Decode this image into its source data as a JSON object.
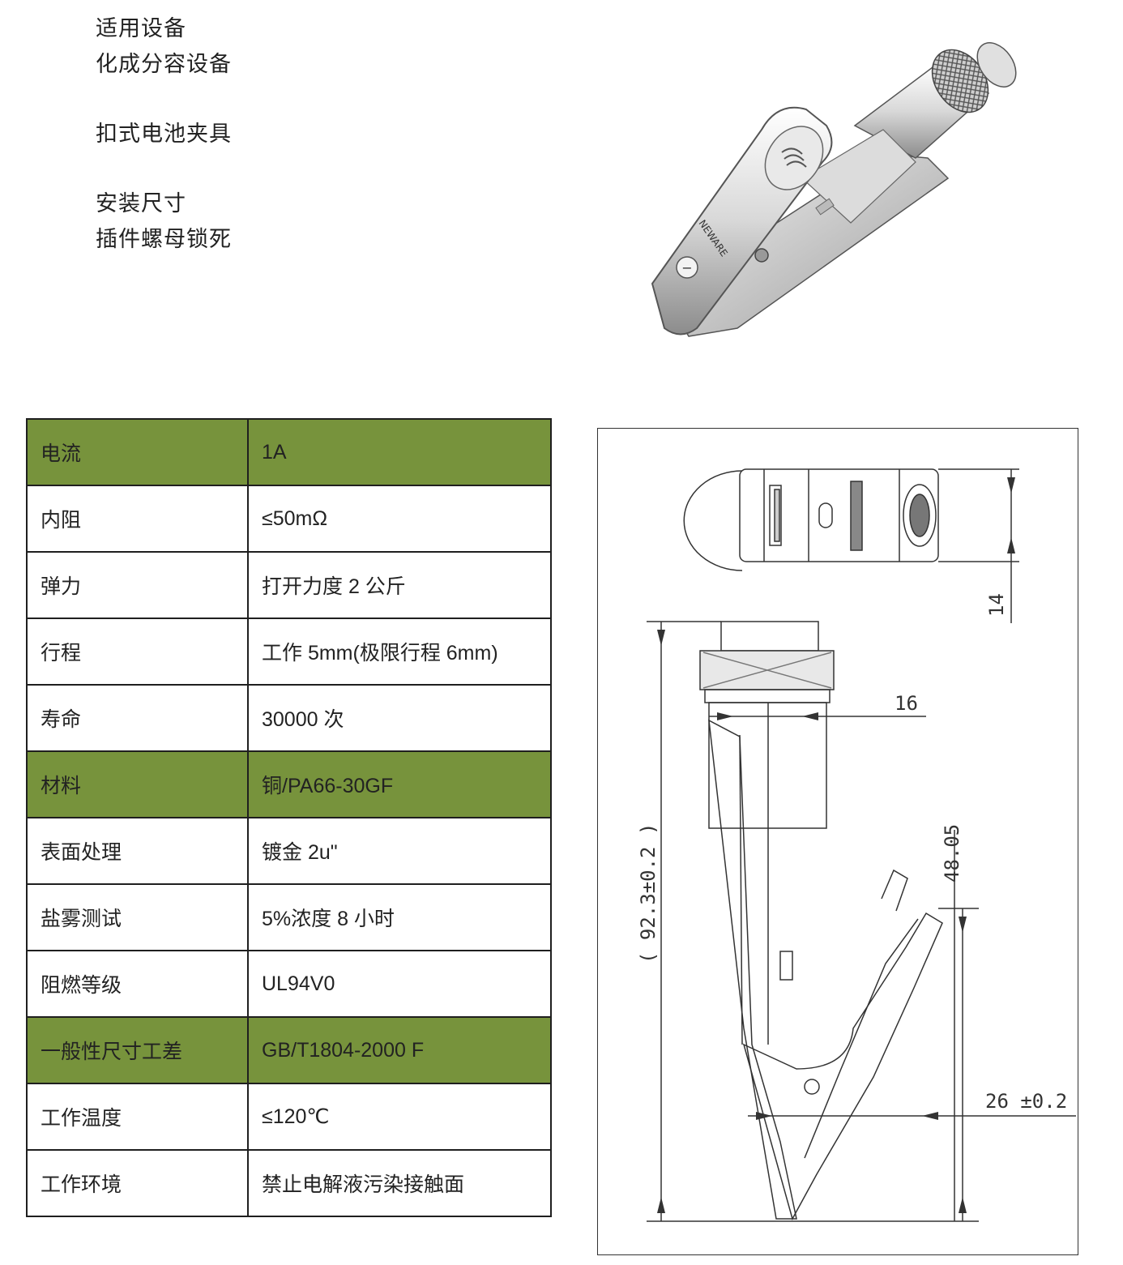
{
  "intro": {
    "lines": [
      "适用设备",
      "化成分容设备",
      "扣式电池夹具",
      "安装尺寸",
      "插件螺母锁死"
    ]
  },
  "product": {
    "logo_text": "NEWARE",
    "polarity_symbol": "−"
  },
  "spec_table": {
    "rows": [
      {
        "label": "电流",
        "value": "1A",
        "highlight": true
      },
      {
        "label": "内阻",
        "value": "≤50mΩ",
        "highlight": false
      },
      {
        "label": "弹力",
        "value": "打开力度 2 公斤",
        "highlight": false
      },
      {
        "label": "行程",
        "value": "工作 5mm(极限行程 6mm)",
        "highlight": false
      },
      {
        "label": "寿命",
        "value": "30000 次",
        "highlight": false
      },
      {
        "label": "材料",
        "value": "铜/PA66-30GF",
        "highlight": true
      },
      {
        "label": "表面处理",
        "value": "镀金 2u\"",
        "highlight": false
      },
      {
        "label": "盐雾测试",
        "value": "5%浓度 8 小时",
        "highlight": false
      },
      {
        "label": "阻燃等级",
        "value": "UL94V0",
        "highlight": false
      },
      {
        "label": "一般性尺寸工差",
        "value": "GB/T1804-2000 F",
        "highlight": true
      },
      {
        "label": "工作温度",
        "value": "≤120℃",
        "highlight": false
      },
      {
        "label": "工作环境",
        "value": "禁止电解液污染接触面",
        "highlight": false
      }
    ],
    "highlight_color": "#77933c"
  },
  "drawing": {
    "dim_width_top": "14",
    "dim_nut": "16",
    "dim_height": "( 92.3±0.2 )",
    "dim_jaw_height": "48.05",
    "dim_opening": "26 ±0.2"
  }
}
